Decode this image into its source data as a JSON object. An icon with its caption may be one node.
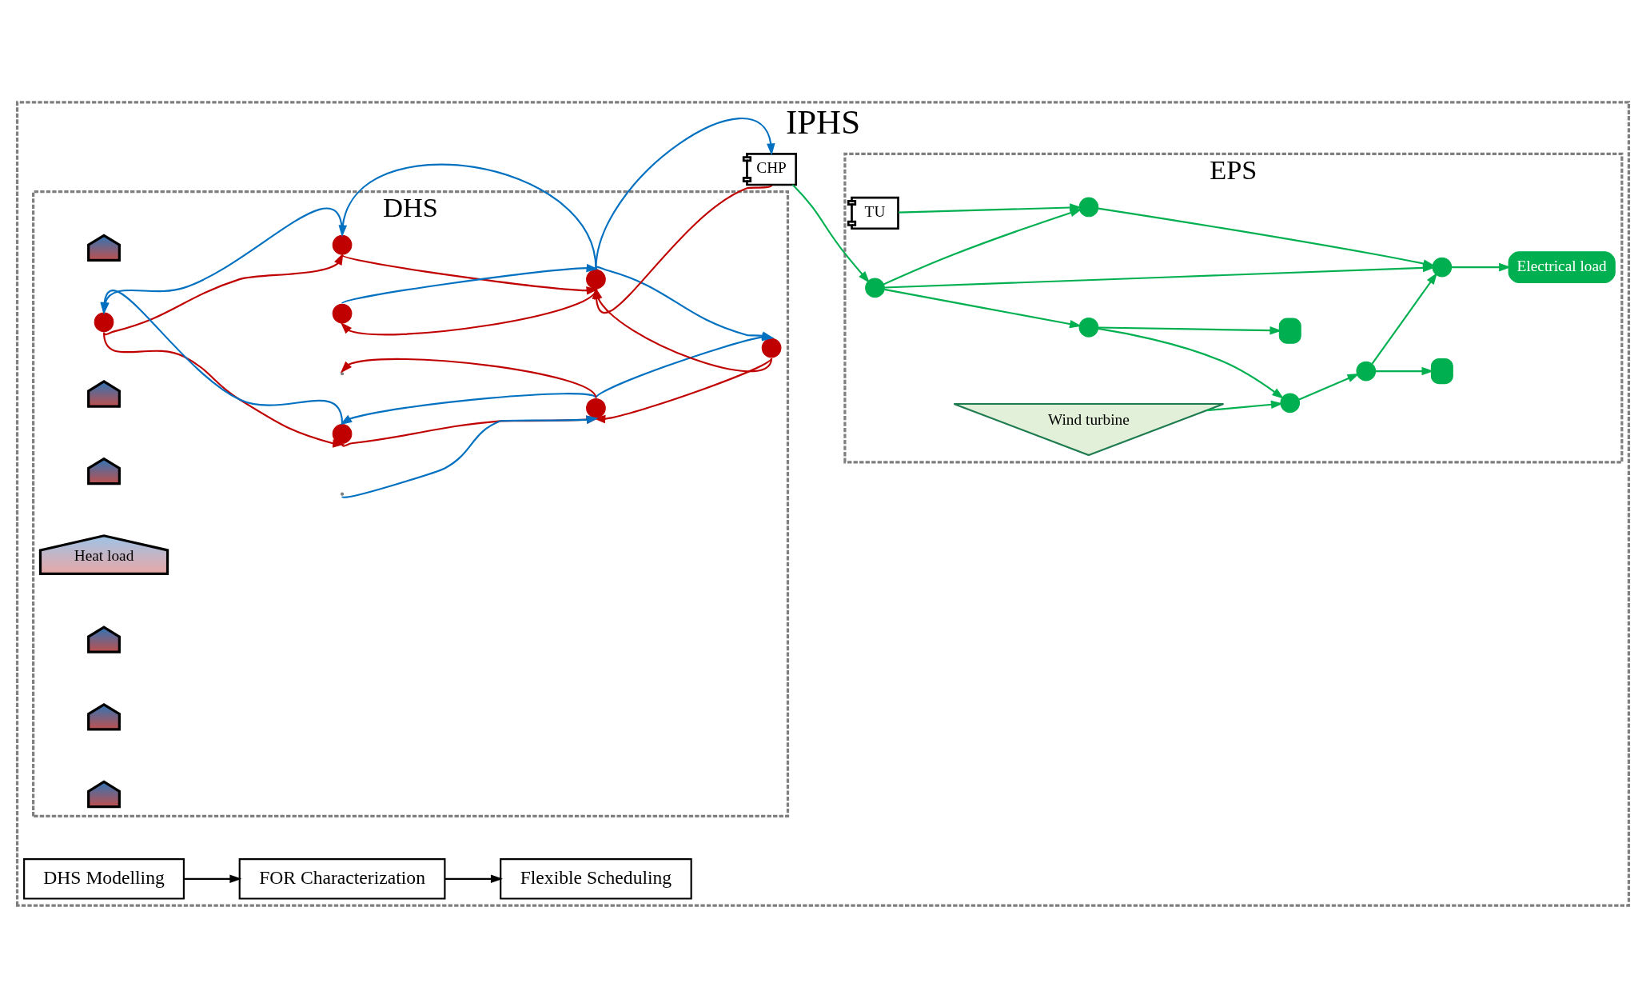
{
  "diagram": {
    "nodes": [
      {
        "text": [
          "IPHS"
        ]
      },
      {
        "text": [
          "DHS Modelling"
        ],
        "in": 0
      },
      {
        "text": [
          "FOR Characterization"
        ],
        "in": 0
      },
      {
        "text": [
          "Flexible Scheduling"
        ],
        "in": 0
      },
      {
        "text": [
          "DHS"
        ],
        "in": 0
      },
      {
        "text": [
          "EPS"
        ],
        "in": 0
      },
      {
        "text": [],
        "shape": "house",
        "in": 4
      },
      {
        "text": [],
        "shape": "circle",
        "in": 4
      },
      {
        "text": [],
        "shape": "house",
        "in": 4
      },
      {
        "text": [],
        "shape": "circle",
        "in": 4
      },
      {
        "text": [],
        "shape": "circle",
        "in": 4
      },
      {
        "text": [],
        "shape": "house",
        "in": 4
      },
      {
        "text": [],
        "shape": "circle",
        "in": 4
      },
      {
        "text": [
          "Heat load"
        ],
        "in": 4
      },
      {
        "text": [],
        "shape": "circle",
        "in": 4
      },
      {
        "text": [],
        "shape": "house",
        "in": 4
      },
      {
        "text": [],
        "shape": "circle",
        "in": 4
      },
      {
        "text": [],
        "shape": "house",
        "in": 4
      },
      {
        "text": [],
        "shape": "circle",
        "in": 4
      },
      {
        "text": [],
        "shape": "house",
        "in": 4
      },
      {
        "text": [
          "CHP"
        ],
        "in": 0
      },
      {
        "text": [
          "TU"
        ],
        "in": 5
      },
      {
        "text": [],
        "shape": "circle",
        "in": 5
      },
      {
        "text": [],
        "shape": "circle",
        "in": 5
      },
      {
        "text": [
          "Electrical load"
        ],
        "in": 5
      },
      {
        "text": [],
        "shape": "circle",
        "in": 5
      },
      {
        "text": [],
        "shape": "circle",
        "in": 5
      },
      {
        "text": [],
        "shape": "box",
        "in": 5
      },
      {
        "text": [],
        "shape": "box",
        "in": 5
      },
      {
        "text": [],
        "shape": "circle",
        "in": 5
      },
      {
        "text": [],
        "shape": "circle",
        "in": 5
      },
      {
        "text": [
          "Wind turbine"
        ],
        "in": 5
      }
    ],
    "edges": [
      {
        "from": 1,
        "to": 2,
        "arrow": "to",
        "color": "#000000"
      },
      {
        "from": 2,
        "to": 3,
        "arrow": "to",
        "color": "#000000"
      },
      {
        "from": 20,
        "to": 14,
        "arrow": "to",
        "color": "#c00000"
      },
      {
        "from": 14,
        "to": 20,
        "arrow": "to",
        "color": "#0070c0"
      },
      {
        "from": 9,
        "to": 14,
        "arrow": "to",
        "color": "#c00000"
      },
      {
        "from": 14,
        "to": 9,
        "arrow": "to",
        "color": "#0070c0"
      },
      {
        "from": 7,
        "to": 9,
        "arrow": "to",
        "color": "#c00000"
      },
      {
        "from": 9,
        "to": 7,
        "arrow": "to",
        "color": "#0070c0"
      },
      {
        "from": 7,
        "to": 12,
        "arrow": "to",
        "color": "#c00000"
      },
      {
        "from": 12,
        "to": 7,
        "arrow": "to",
        "color": "#0070c0"
      },
      {
        "from": 12,
        "to": 16,
        "arrow": "to",
        "color": "#c00000"
      },
      {
        "from": 16,
        "to": 12,
        "arrow": "to",
        "color": "#0070c0"
      },
      {
        "from": null,
        "to": 16,
        "arrow": "to",
        "color": "#0070c0"
      },
      {
        "from": 16,
        "to": null,
        "arrow": "to",
        "color": "#c00000"
      },
      {
        "from": 18,
        "to": 16,
        "arrow": "to",
        "color": "#c00000"
      },
      {
        "from": 16,
        "to": 18,
        "arrow": "to",
        "color": "#0070c0"
      },
      {
        "from": 18,
        "to": 14,
        "arrow": "to",
        "color": "#c00000"
      },
      {
        "from": 14,
        "to": 18,
        "arrow": "to",
        "color": "#0070c0"
      },
      {
        "from": 14,
        "to": 10,
        "arrow": "to",
        "color": "#c00000"
      },
      {
        "from": 10,
        "to": 14,
        "arrow": "to",
        "color": "#0070c0"
      },
      {
        "from": 21,
        "to": 22,
        "arrow": "to"
      },
      {
        "from": 22,
        "to": 23,
        "arrow": "to"
      },
      {
        "from": 23,
        "to": 24,
        "arrow": "to"
      },
      {
        "from": 20,
        "to": 25,
        "arrow": "to"
      },
      {
        "from": 25,
        "to": 22,
        "arrow": "to"
      },
      {
        "from": 25,
        "to": 23,
        "arrow": "to"
      },
      {
        "from": 26,
        "to": 23,
        "arrow": "to"
      },
      {
        "from": 26,
        "to": 27,
        "arrow": "to"
      },
      {
        "from": 25,
        "to": 29,
        "arrow": "to"
      },
      {
        "from": 29,
        "to": 28,
        "arrow": "to"
      },
      {
        "from": 29,
        "to": 30,
        "arrow": "to"
      },
      {
        "from": 30,
        "to": 26,
        "arrow": "to"
      },
      {
        "from": 31,
        "to": 30,
        "arrow": "to"
      }
    ]
  }
}
